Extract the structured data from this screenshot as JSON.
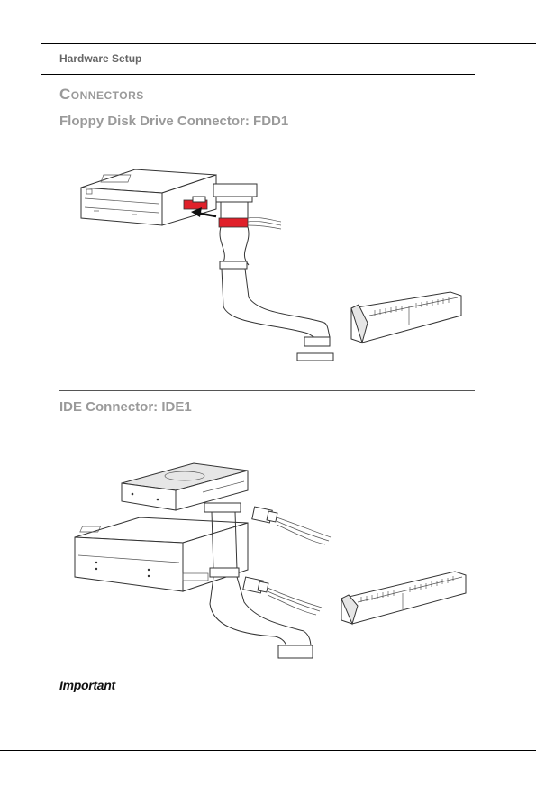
{
  "header": {
    "title": "Hardware Setup"
  },
  "section": {
    "title_cap": "C",
    "title_rest": "ONNECTORS"
  },
  "fdd": {
    "title": "Floppy Disk Drive Connector: FDD1"
  },
  "ide": {
    "title": "IDE Connector: IDE1"
  },
  "notice": {
    "label": "Important"
  },
  "colors": {
    "accent_red": "#e0202a",
    "text_gray": "#9a9a9a",
    "rule": "#000000"
  },
  "figures": {
    "fdd_diagram": "floppy-drive-cable-diagram",
    "ide_diagram": "ide-drive-cable-diagram"
  }
}
